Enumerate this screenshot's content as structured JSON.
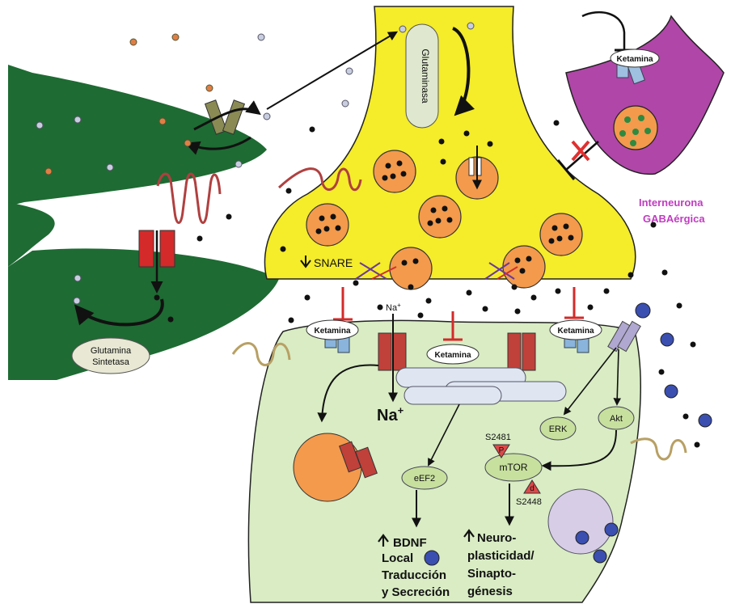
{
  "labels": {
    "glutaminasa": "Glutaminasa",
    "glutamina_sintetasa_1": "Glutamina",
    "glutamina_sintetasa_2": "Sintetasa",
    "ketamina": "Ketamina",
    "snare": "SNARE",
    "interneurona_1": "Interneurona",
    "interneurona_2": "GABAérgica",
    "na_small": "Na",
    "na_small_sup": "+",
    "na_big": "Na",
    "na_big_sup": "+",
    "erk": "ERK",
    "akt": "Akt",
    "eef2": "eEF2",
    "mtor": "mTOR",
    "s2481": "S2481",
    "s2448": "S2448",
    "p": "P",
    "d": "d",
    "bdnf_1": "BDNF",
    "bdnf_2": "Local",
    "bdnf_3": "Traducción",
    "bdnf_4": "y Secreción",
    "neuro_1": "Neuro-",
    "neuro_2": "plasticidad/",
    "neuro_3": "Sinapto-",
    "neuro_4": "génesis"
  },
  "colors": {
    "astrocyte": "#1e6b33",
    "presynaptic": "#f5ec2a",
    "postsynaptic": "#d9ecc4",
    "interneuron": "#b046a8",
    "vesicle": "#f39a4c",
    "receptor": "#c8322e",
    "ketamina_accent": "#3a78c0",
    "interneurona_text": "#c03cc0"
  }
}
